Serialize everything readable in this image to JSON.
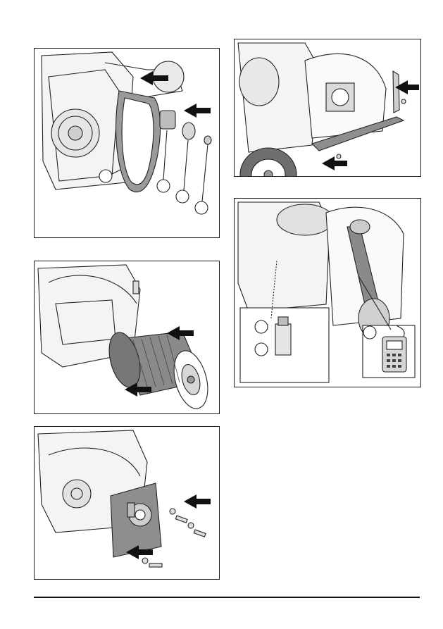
{
  "page": {
    "figures": [
      {
        "id": "fig-belt-removal",
        "callouts": []
      },
      {
        "id": "fig-drum-removal",
        "callouts": []
      },
      {
        "id": "fig-plate-mount",
        "callouts": []
      },
      {
        "id": "fig-side-plate",
        "callouts": []
      },
      {
        "id": "fig-belt-tension",
        "callouts": []
      }
    ]
  }
}
